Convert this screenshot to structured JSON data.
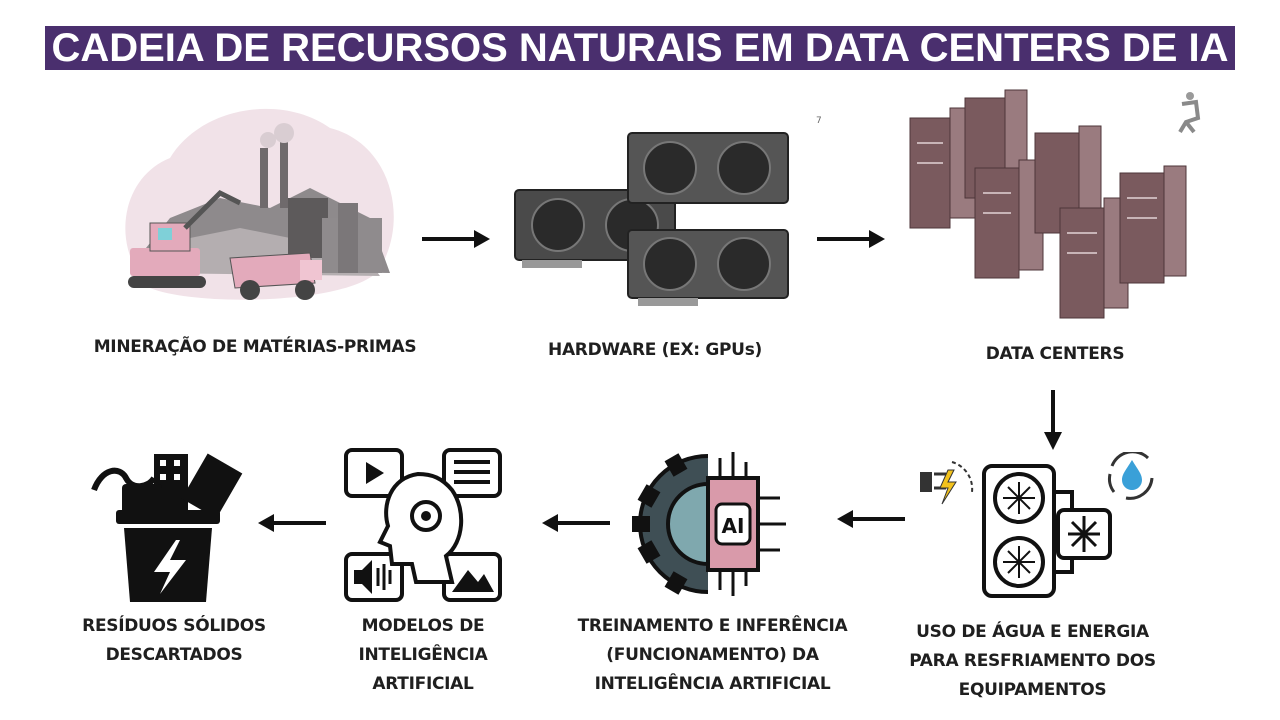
{
  "title": "CADEIA DE RECURSOS NATURAIS EM DATA CENTERS DE IA",
  "page_marker": "7",
  "steps": [
    {
      "label": "MINERAÇÃO DE MATÉRIAS-PRIMAS",
      "icon": "mining-icon"
    },
    {
      "label": "HARDWARE (EX: GPUs)",
      "icon": "gpu-icon"
    },
    {
      "label": "DATA CENTERS",
      "icon": "server-racks-icon"
    },
    {
      "label": "USO DE ÁGUA E ENERGIA PARA RESFRIAMENTO DOS EQUIPAMENTOS",
      "icon": "cooling-icon"
    },
    {
      "label": "TREINAMENTO E INFERÊNCIA (FUNCIONAMENTO) DA INTELIGÊNCIA ARTIFICIAL",
      "icon": "ai-chip-gear-icon",
      "chip_text": "AI"
    },
    {
      "label": "MODELOS DE INTELIGÊNCIA ARTIFICIAL",
      "icon": "ai-models-icon"
    },
    {
      "label": "RESÍDUOS SÓLIDOS DESCARTADOS",
      "icon": "waste-bin-icon"
    }
  ],
  "colors": {
    "title_bg": "#4a2f6e",
    "title_text": "#ffffff",
    "accent_pink": "#e3aabb",
    "server_brown": "#7a5a5e"
  }
}
